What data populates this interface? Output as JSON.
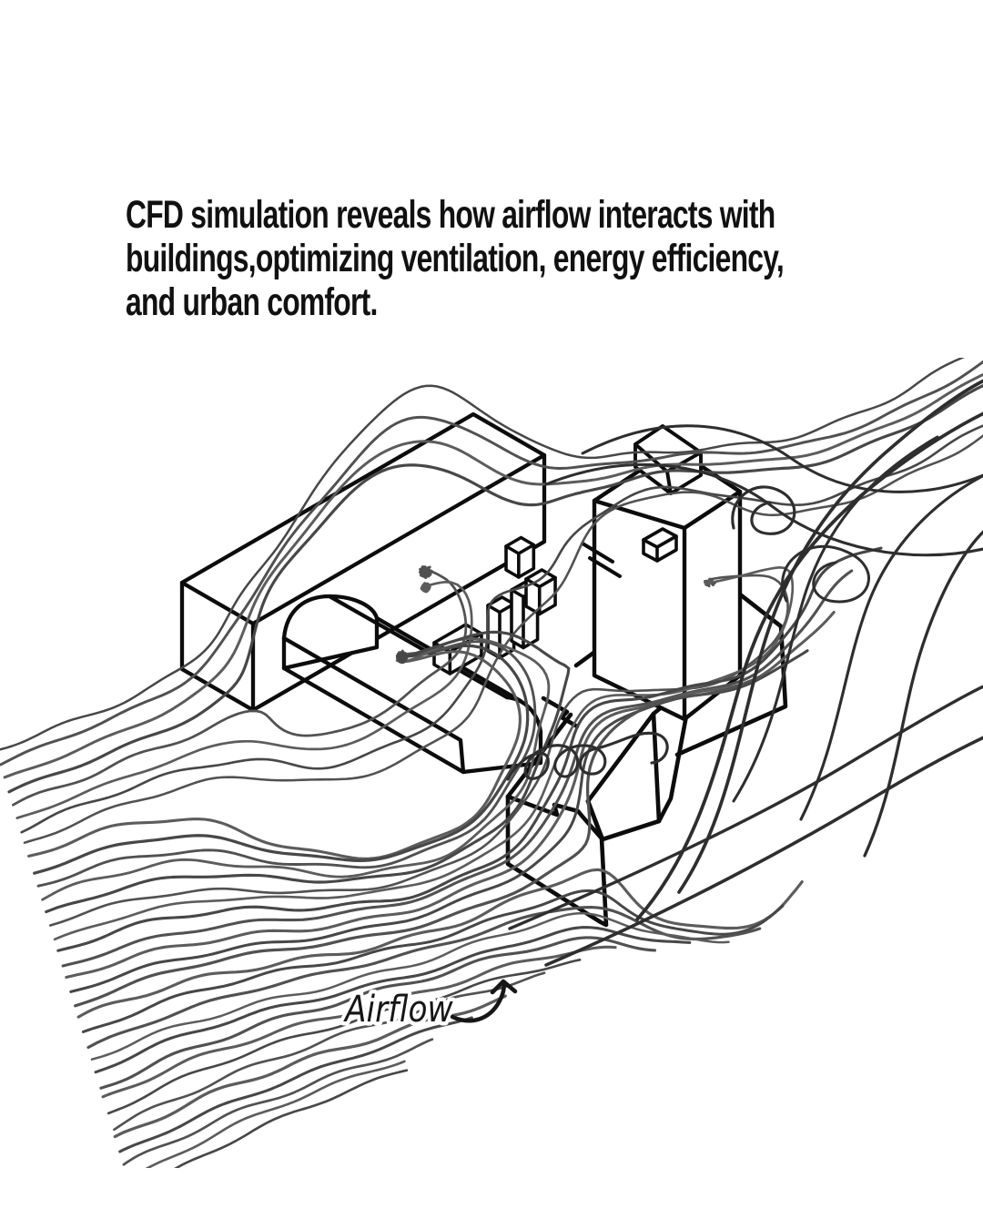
{
  "page": {
    "background_color": "#ffffff"
  },
  "heading": {
    "lines": [
      "CFD simulation reveals how airflow interacts with",
      "buildings,optimizing ventilation, energy efficiency,",
      "and urban comfort."
    ],
    "text_color": "#111111"
  },
  "diagram": {
    "airflow_label": "Airflow",
    "label_color": "#161616",
    "streamline_colors": [
      "#474747",
      "#515151",
      "#5c5c5c"
    ],
    "wake_color": "#2e2e2e",
    "building_stroke_color": "#0c0c0c",
    "building_fill_color": "#ffffff",
    "buildings": [
      {
        "name": "long slab block"
      },
      {
        "name": "vault-roof hall"
      },
      {
        "name": "tower with rooftop unit"
      },
      {
        "name": "small service blocks"
      },
      {
        "name": "low angular complex"
      }
    ],
    "flow": {
      "fan_line_count": 34,
      "over_roof_line_count": 8,
      "direction_deg": -17
    }
  }
}
